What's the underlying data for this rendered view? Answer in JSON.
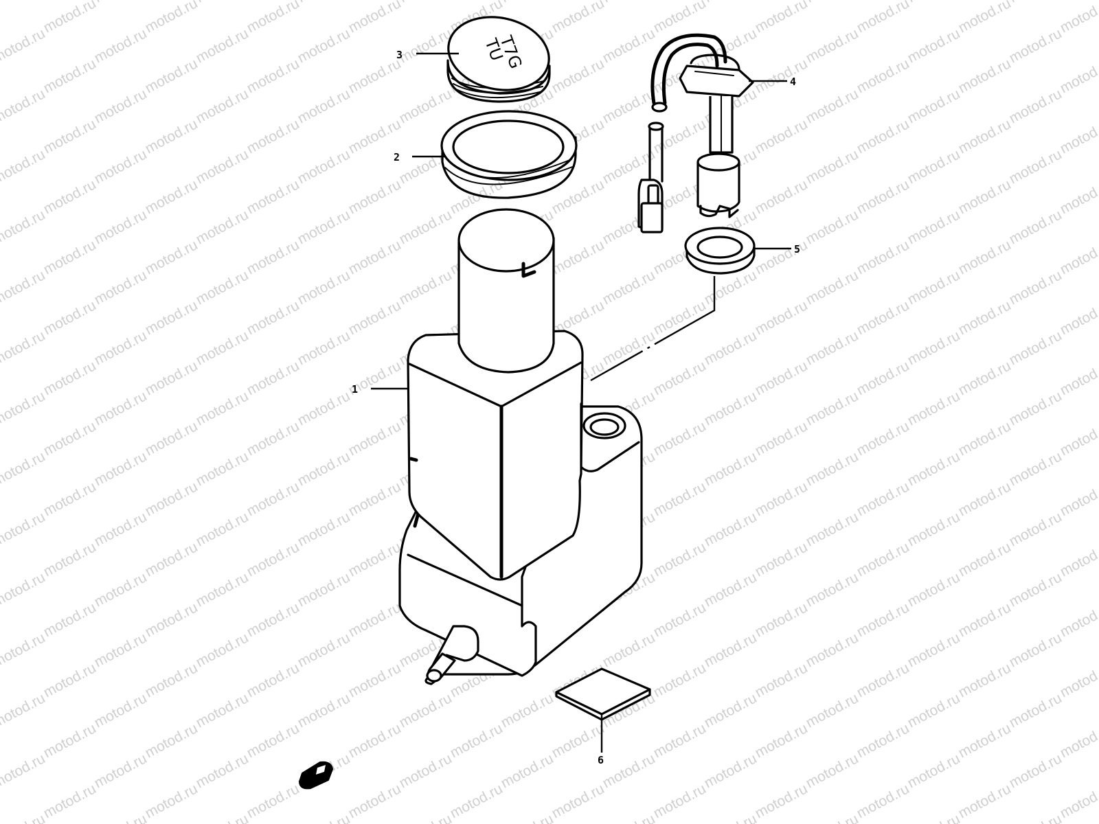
{
  "watermark": "motod.ru",
  "ink_color": "#000000",
  "background_color": "#ffffff",
  "cap_marking": [
    "TU",
    "T7G"
  ],
  "callouts": [
    {
      "id": "1",
      "label": "1",
      "part": "tank"
    },
    {
      "id": "2",
      "label": "2",
      "part": "ring-seal"
    },
    {
      "id": "3",
      "label": "3",
      "part": "filler-cap"
    },
    {
      "id": "4",
      "label": "4",
      "part": "level-sensor"
    },
    {
      "id": "5",
      "label": "5",
      "part": "grommet"
    },
    {
      "id": "6",
      "label": "6",
      "part": "pad"
    }
  ]
}
